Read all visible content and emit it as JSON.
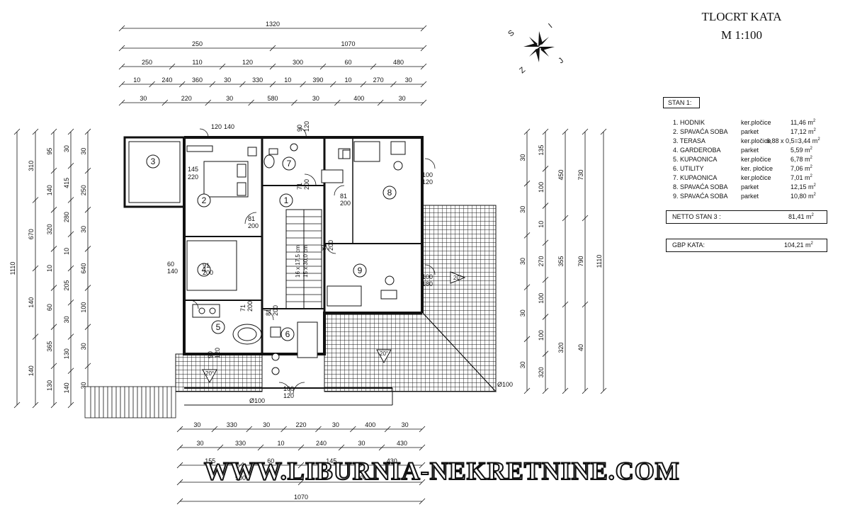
{
  "title": {
    "line1": "TLOCRT KATA",
    "line2": "M 1:100"
  },
  "compass": {
    "labels": [
      "S",
      "I",
      "J",
      "Z"
    ]
  },
  "watermark": "WWW.LIBURNIA-NEKRETNINE.COM",
  "legend": {
    "header": "STAN 1:",
    "rows": [
      {
        "name": "1. HODNIK",
        "finish": "ker.pločice",
        "area": "11,46 m",
        "exp": "2"
      },
      {
        "name": "2. SPAVAĆA SOBA",
        "finish": "parket",
        "area": "17,12 m",
        "exp": "2"
      },
      {
        "name": "3. TERASA",
        "finish": "ker.pločice",
        "area": "6,88 x 0,5=3,44 m",
        "exp": "2"
      },
      {
        "name": "4. GARDEROBA",
        "finish": "parket",
        "area": "5,59 m",
        "exp": "2"
      },
      {
        "name": "5. KUPAONICA",
        "finish": "ker.pločice",
        "area": "6,78 m",
        "exp": "2"
      },
      {
        "name": "6. UTILITY",
        "finish": "ker. pločice",
        "area": "7,06 m",
        "exp": "2"
      },
      {
        "name": "7. KUPAONICA",
        "finish": "ker.pločice",
        "area": "7,01 m",
        "exp": "2"
      },
      {
        "name": "8. SPAVAĆA SOBA",
        "finish": "parket",
        "area": "12,15 m",
        "exp": "2"
      },
      {
        "name": "9. SPAVAĆA SOBA",
        "finish": "parket",
        "area": "10,80 m",
        "exp": "2"
      }
    ],
    "netto_label": "NETTO STAN 3 :",
    "netto_value": "81,41 m",
    "netto_exp": "2",
    "gbp_label": "GBP KATA:",
    "gbp_value": "104,21 m",
    "gbp_exp": "2"
  },
  "plan": {
    "dims_top": [
      [
        "1320"
      ],
      [
        "250",
        "1070"
      ],
      [
        "250",
        "110",
        "120",
        "300",
        "60",
        "480"
      ],
      [
        "10",
        "240",
        "360",
        "30",
        "330",
        "10",
        "390",
        "10",
        "270",
        "30"
      ],
      [
        "30",
        "220",
        "30",
        "580",
        "30",
        "400",
        "30"
      ]
    ],
    "dims_left": [
      [
        "1110"
      ],
      [
        "310",
        "670",
        "140",
        "140"
      ],
      [
        "95",
        "140",
        "320",
        "10",
        "60",
        "365",
        "130"
      ],
      [
        "30",
        "415",
        "280",
        "10",
        "205",
        "30",
        "130",
        "140"
      ],
      [
        "30",
        "250",
        "30",
        "640",
        "100",
        "30",
        "30"
      ]
    ],
    "dims_right": [
      [
        "30",
        "30",
        "30",
        "30",
        "30"
      ],
      [
        "135",
        "100",
        "10",
        "270",
        "100",
        "100",
        "320"
      ],
      [
        "450",
        "355",
        "320"
      ],
      [
        "730",
        "790",
        "40"
      ],
      [
        "1110"
      ]
    ],
    "dims_bottom": [
      [
        "30",
        "330",
        "30",
        "220",
        "30",
        "400",
        "30"
      ],
      [
        "30",
        "330",
        "10",
        "240",
        "30",
        "430"
      ],
      [
        "155",
        "60",
        "145",
        "430"
      ],
      [
        "900",
        "200"
      ],
      [
        "1070"
      ]
    ],
    "room_numbers": [
      "1",
      "2",
      "3",
      "4",
      "5",
      "6",
      "7",
      "8",
      "9"
    ],
    "openings": [
      "120",
      "140",
      "90",
      "120",
      "145",
      "220",
      "81",
      "200",
      "71",
      "200",
      "81",
      "200",
      "81",
      "200",
      "60",
      "140",
      "91",
      "200",
      "71",
      "200",
      "81",
      "200",
      "100",
      "120",
      "100",
      "180",
      "90",
      "120",
      "100",
      "120"
    ],
    "stair_labels": [
      "16 x 17,5 cm",
      "15 x 30,0 cm"
    ],
    "roof_slopes": [
      "20°",
      "20°",
      "20°"
    ],
    "diameters": [
      "Ø100",
      "Ø100"
    ]
  }
}
